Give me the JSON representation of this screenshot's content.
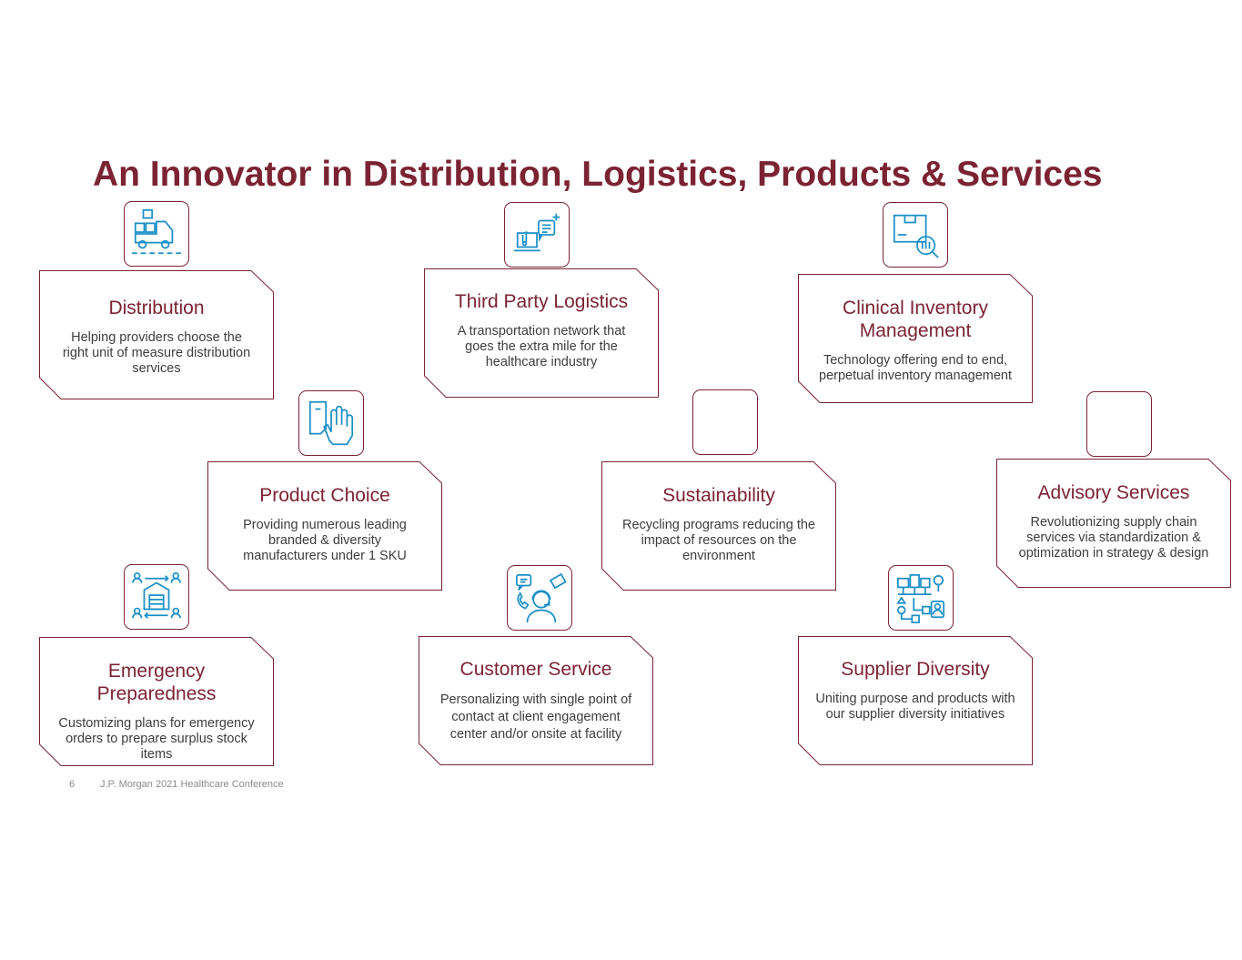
{
  "title": "An Innovator in Distribution, Logistics, Products & Services",
  "colors": {
    "accent": "#7b2333",
    "icon": "#1a8fc7",
    "text": "#3d3d3d"
  },
  "cards": [
    {
      "title": "Distribution",
      "description": "Helping providers choose the right unit of measure distribution services",
      "icon": "delivery-truck-icon"
    },
    {
      "title": "Third Party Logistics",
      "description": "A transportation network that goes the extra mile for the healthcare industry",
      "icon": "laptop-chat-icon"
    },
    {
      "title": "Clinical Inventory Management",
      "description": "Technology offering end to end, perpetual inventory management",
      "icon": "inventory-search-icon"
    },
    {
      "title": "Product Choice",
      "description": "Providing numerous leading branded & diversity manufacturers under 1 SKU",
      "icon": "gloved-hand-icon"
    },
    {
      "title": "Sustainability",
      "description": "Recycling programs reducing the impact of resources on the environment",
      "icon": ""
    },
    {
      "title": "Advisory Services",
      "description": "Revolutionizing supply chain services via standardization & optimization in strategy & design",
      "icon": ""
    },
    {
      "title": "Emergency Preparedness",
      "description": "Customizing plans for emergency orders to prepare surplus stock items",
      "icon": "warehouse-network-icon"
    },
    {
      "title": "Customer Service",
      "description": "Personalizing with single point of contact at client engagement center and/or onsite at facility",
      "icon": "headset-agent-icon"
    },
    {
      "title": "Supplier Diversity",
      "description": "Uniting purpose and products with our supplier diversity initiatives",
      "icon": "supplier-network-icon"
    }
  ],
  "footer": {
    "page_number": "6",
    "text": "J.P. Morgan 2021 Healthcare Conference"
  }
}
